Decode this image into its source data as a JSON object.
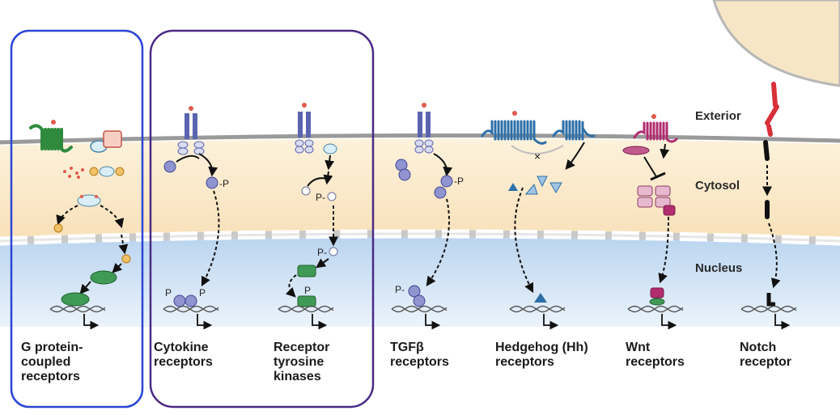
{
  "regions": {
    "exterior": "Exterior",
    "cytosol": "Cytosol",
    "nucleus": "Nucleus"
  },
  "captions": [
    "G protein-\ncoupled\nreceptors",
    "Cytokine\nreceptors",
    "Receptor\ntyrosine\nkinases",
    "TGFβ\nreceptors",
    "Hedgehog (Hh)\nreceptors",
    "Wnt\nreceptors",
    "Notch\nreceptor"
  ],
  "marks": {
    "phospho": "P",
    "phospho_dash": "-P",
    "dash_phospho": "P-",
    "block": "×"
  },
  "colors": {
    "highlight_box_1": "#2a45d4",
    "highlight_box_2": "#4b2a86",
    "membrane": "#9a9a9a",
    "cytosol": "#fbe7c4",
    "nucleus": "#c8dcf1",
    "gpcr": "#2f8a3e",
    "cytokine_receptor": "#5a64b0",
    "green_tf": "#3f9a55",
    "hedgehog": "#2d6fa8",
    "wnt": "#b12d6e",
    "notch": "#d8303a",
    "dna": "#555555"
  }
}
